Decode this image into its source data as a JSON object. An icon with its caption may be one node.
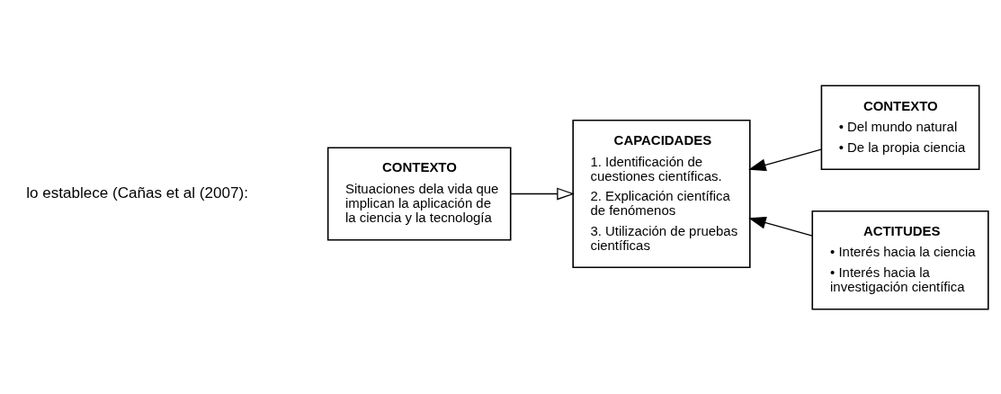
{
  "diagram": {
    "nodes": [
      {
        "text": [
          "CONTEXTO",
          "Situaciones dela vida que implican la aplicación de la ciencia y la tecnología"
        ]
      },
      {
        "text": [
          "CAPACIDADES",
          "1. Identificación de cuestiones científicas.",
          "2. Explicación científica de fenómenos",
          "3. Utilización de pruebas científicas"
        ]
      },
      {
        "text": [
          "CONTEXTO",
          "• Del mundo natural",
          "• De la propia ciencia"
        ]
      },
      {
        "text": [
          "ACTITUDES",
          "• Interés hacia la ciencia",
          "• Interés hacia la investigación científica"
        ]
      }
    ],
    "edges": [
      {
        "from": 0,
        "to": 1,
        "arrow": "to"
      },
      {
        "from": 2,
        "to": 1,
        "arrow": "to"
      },
      {
        "from": 3,
        "to": 1,
        "arrow": "to"
      }
    ],
    "labels": [
      "lo establece (Cañas et al (2007):"
    ]
  }
}
